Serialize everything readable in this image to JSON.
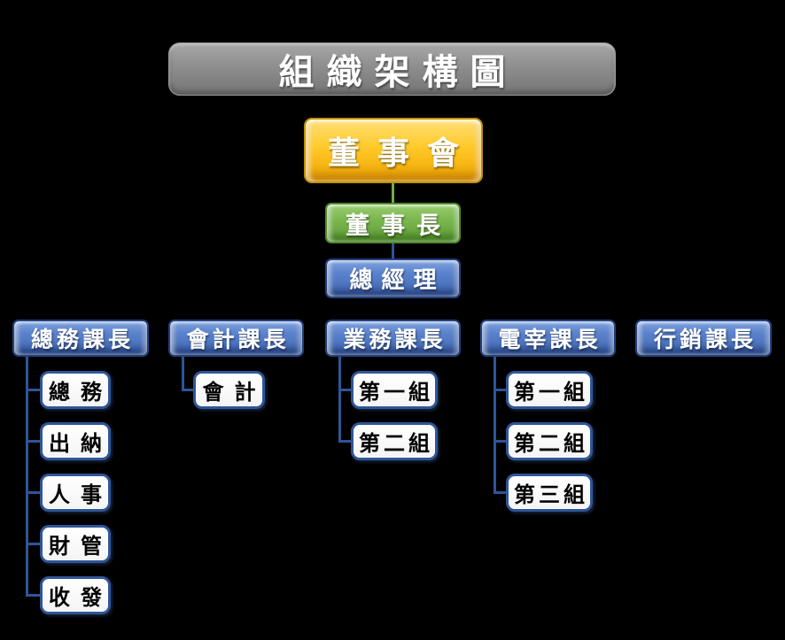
{
  "title": {
    "label": "組織架構圖"
  },
  "org": {
    "board": {
      "label": "董事會"
    },
    "chairman": {
      "label": "董事長"
    },
    "general_manager": {
      "label": "總經理"
    },
    "departments": [
      {
        "label": "總務課長",
        "children": [
          "總務",
          "出納",
          "人事",
          "財管",
          "收發"
        ]
      },
      {
        "label": "會計課長",
        "children": [
          "會計"
        ]
      },
      {
        "label": "業務課長",
        "children": [
          "第一組",
          "第二組"
        ]
      },
      {
        "label": "電宰課長",
        "children": [
          "第一組",
          "第二組",
          "第三組"
        ]
      },
      {
        "label": "行銷課長",
        "children": []
      }
    ]
  },
  "colors": {
    "background": "#000000",
    "title_gray": "#8e8e8e",
    "board_gold": "#ffc000",
    "chairman_green": "#70ad47",
    "blue_node": "#4472c4",
    "connector_blue": "#2e5597",
    "connector_green": "#70ad47",
    "leaf_border": "#2f5597",
    "leaf_fill": "#ffffff",
    "leaf_text": "#000000"
  }
}
